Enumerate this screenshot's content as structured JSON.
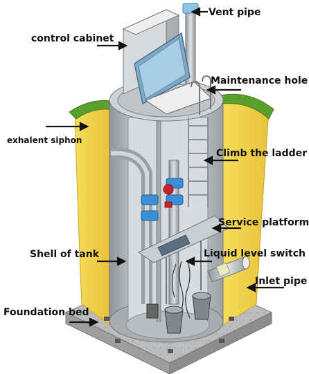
{
  "labels": {
    "vent_pipe": "Vent pipe",
    "control_cabinet": "control cabinet",
    "maintenance_hole": "Maintenance hole",
    "exhalent_siphon": "exhalent siphon",
    "climb_the_ladder": "Climb the ladder",
    "service_platform": "Service platform",
    "shell_of_tank": "Shell of tank",
    "liquid_level_switch": "Liquid level switch",
    "inlet_pipe": "Inlet pipe",
    "foundation_bed": "Foundation bed"
  },
  "colors": {
    "soil_yellow": "#f2d34a",
    "grass_green": "#5aa02c",
    "tank_grey": "#c4c8cc",
    "pump_blue": "#3b8fd6",
    "valve_red": "#c8232c",
    "base_grey": "#b9b9b9"
  }
}
